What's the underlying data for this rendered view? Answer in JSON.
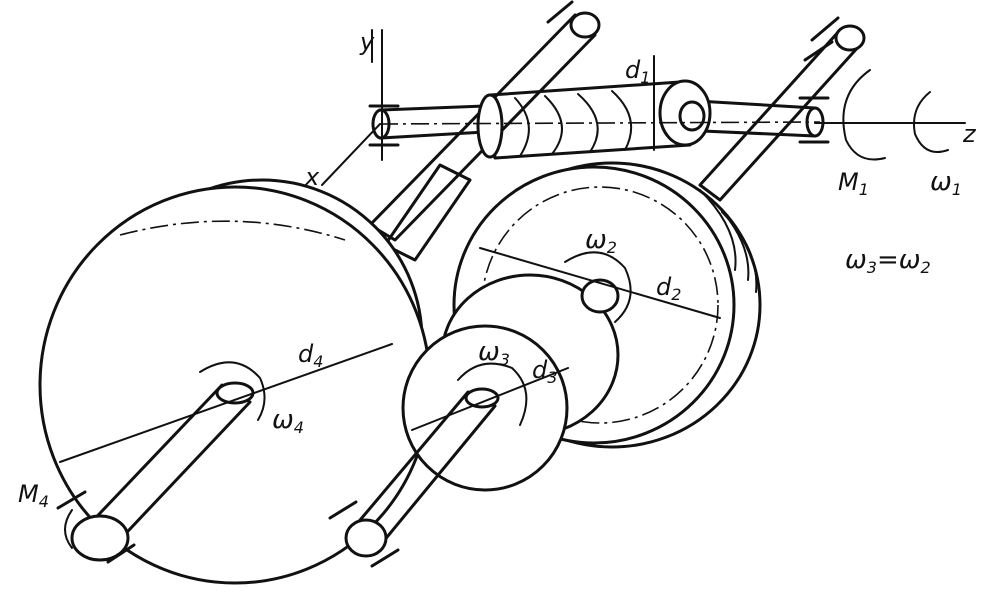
{
  "labels": {
    "y": "y",
    "x": "x",
    "z": "z",
    "d1": "d",
    "d1_sub": "1",
    "M1": "M",
    "M1_sub": "1",
    "w1": "ω",
    "w1_sub": "1",
    "w2": "ω",
    "w2_sub": "2",
    "d2": "d",
    "d2_sub": "2",
    "w3": "ω",
    "w3_sub": "3",
    "d3": "d",
    "d3_sub": "3",
    "d4": "d",
    "d4_sub": "4",
    "w4": "ω",
    "w4_sub": "4",
    "M4": "M",
    "M4_sub": "4",
    "relation_a": "ω",
    "relation_a_sub": "3",
    "relation_eq": "=",
    "relation_b": "ω",
    "relation_b_sub": "2"
  }
}
